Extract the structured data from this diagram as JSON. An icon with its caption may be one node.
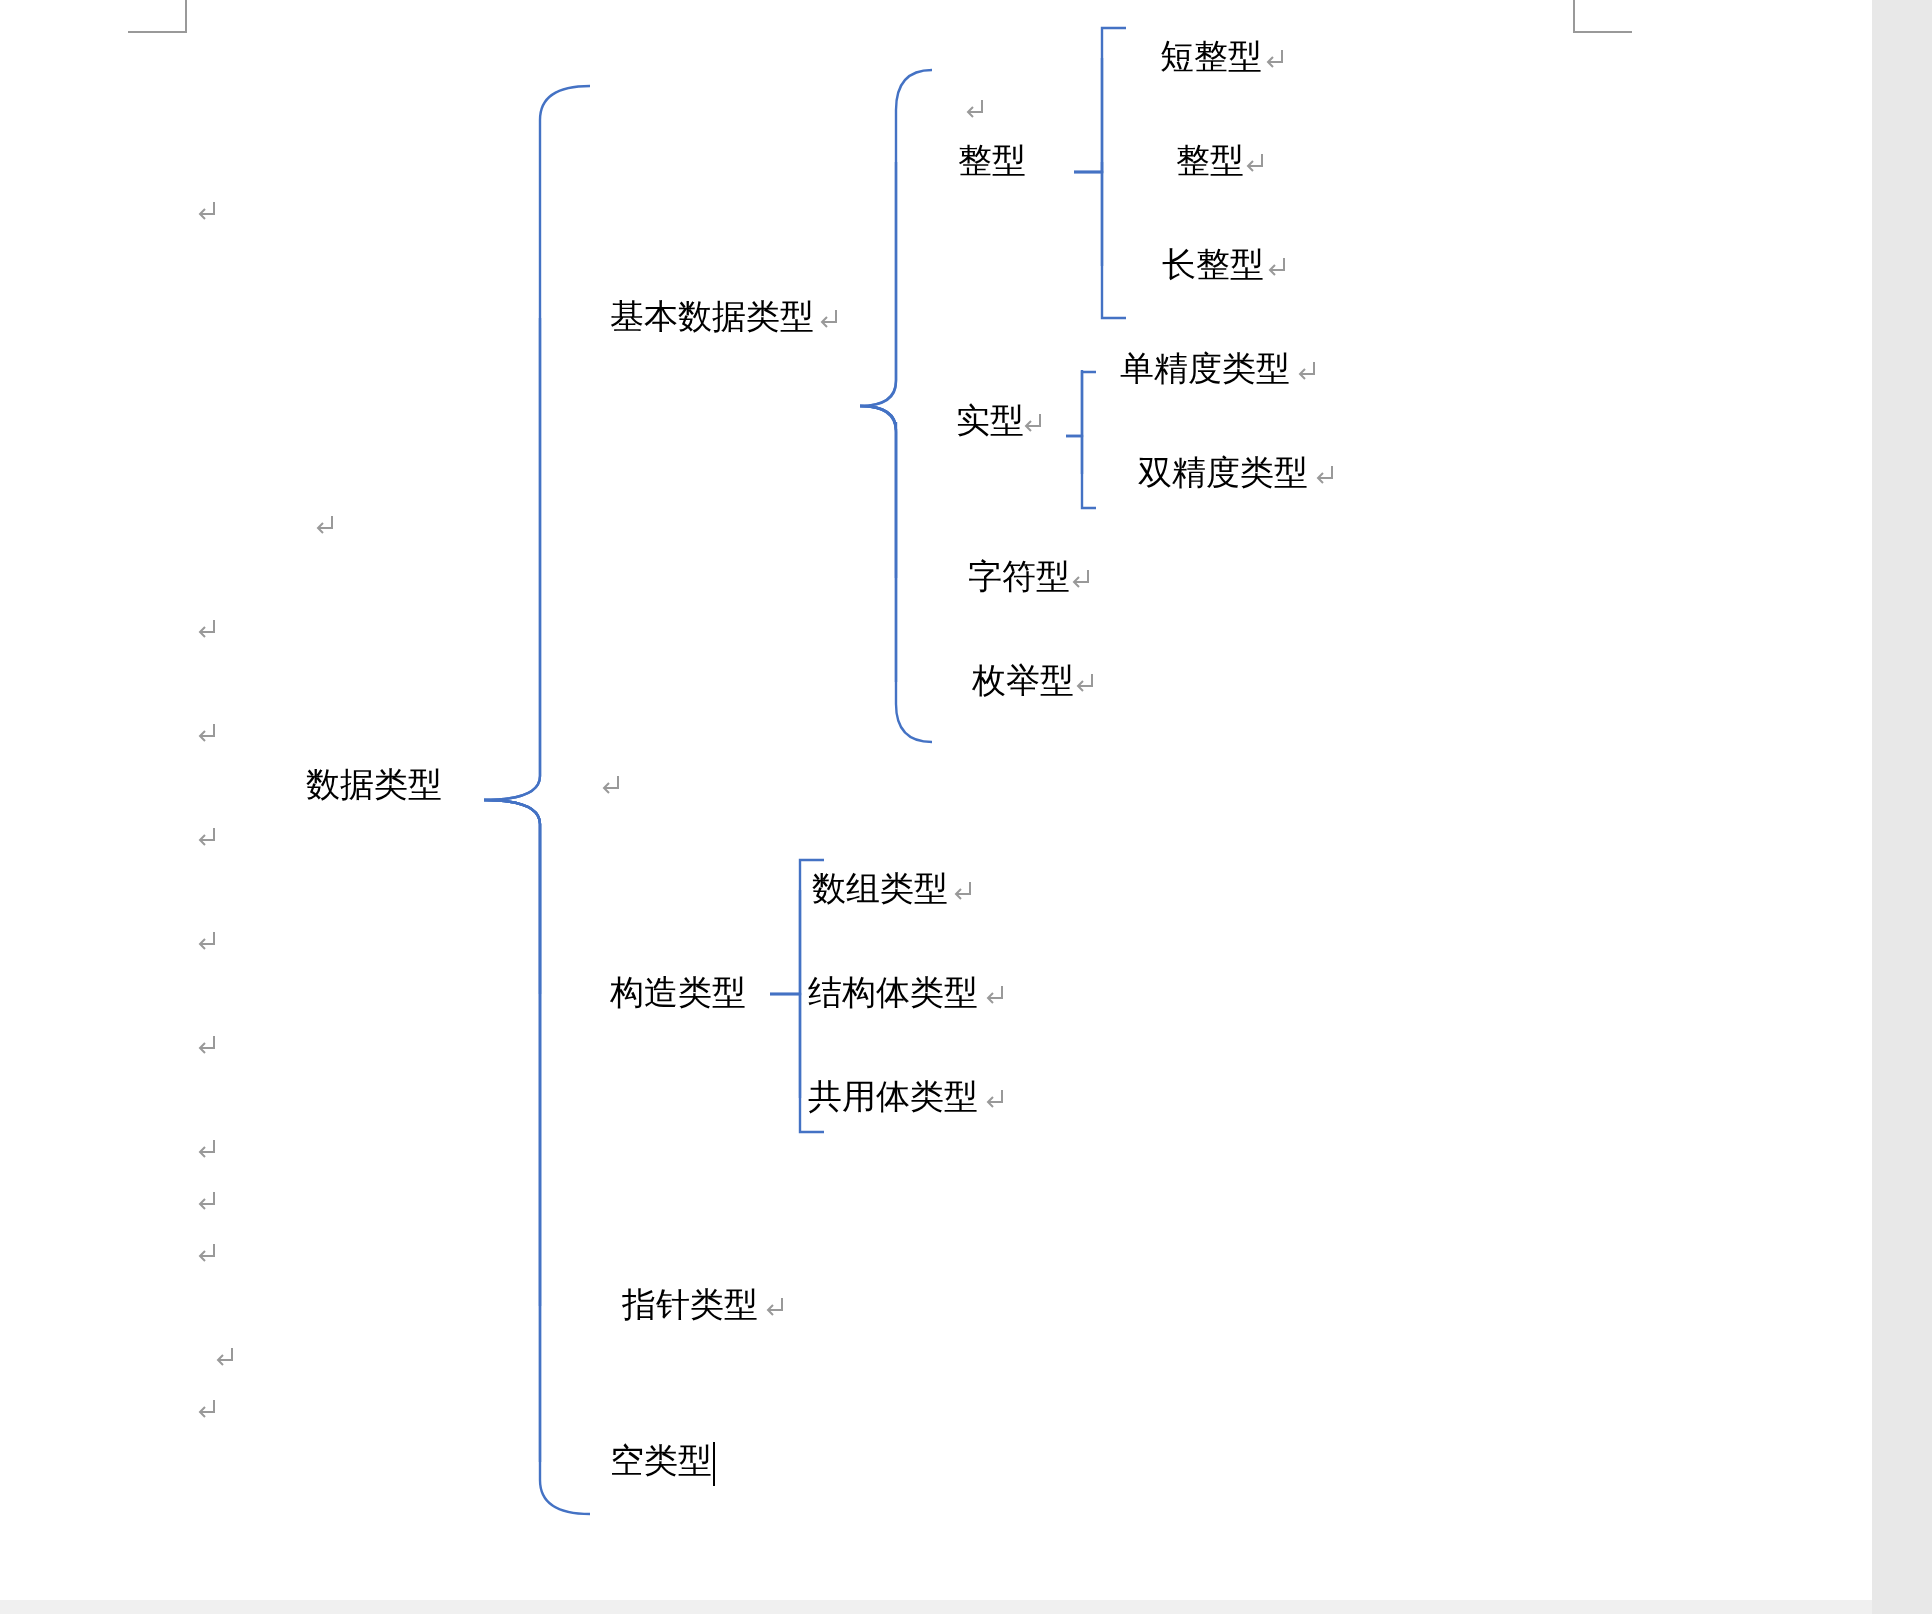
{
  "diagram": {
    "nodes": [
      {
        "text": [
          "数据类型"
        ]
      },
      {
        "text": [
          "基本数据类型"
        ]
      },
      {
        "text": [
          "整型"
        ]
      },
      {
        "text": [
          "短整型"
        ]
      },
      {
        "text": [
          "整型"
        ]
      },
      {
        "text": [
          "长整型"
        ]
      },
      {
        "text": [
          "实型"
        ]
      },
      {
        "text": [
          "单精度类型"
        ]
      },
      {
        "text": [
          "双精度类型"
        ]
      },
      {
        "text": [
          "字符型"
        ]
      },
      {
        "text": [
          "枚举型"
        ]
      },
      {
        "text": [
          "构造类型"
        ]
      },
      {
        "text": [
          "数组类型"
        ]
      },
      {
        "text": [
          "结构体类型"
        ]
      },
      {
        "text": [
          "共用体类型"
        ]
      },
      {
        "text": [
          "指针类型"
        ]
      },
      {
        "text": [
          "空类型"
        ]
      }
    ],
    "edges": [
      {
        "from": 0,
        "to": 1,
        "arrow": "none"
      },
      {
        "from": 0,
        "to": 11,
        "arrow": "none"
      },
      {
        "from": 0,
        "to": 15,
        "arrow": "none"
      },
      {
        "from": 0,
        "to": 16,
        "arrow": "none"
      },
      {
        "from": 1,
        "to": 2,
        "arrow": "none"
      },
      {
        "from": 1,
        "to": 6,
        "arrow": "none"
      },
      {
        "from": 1,
        "to": 9,
        "arrow": "none"
      },
      {
        "from": 1,
        "to": 10,
        "arrow": "none"
      },
      {
        "from": 2,
        "to": 3,
        "arrow": "none"
      },
      {
        "from": 2,
        "to": 4,
        "arrow": "none"
      },
      {
        "from": 2,
        "to": 5,
        "arrow": "none"
      },
      {
        "from": 6,
        "to": 7,
        "arrow": "none"
      },
      {
        "from": 6,
        "to": 8,
        "arrow": "none"
      },
      {
        "from": 11,
        "to": 12,
        "arrow": "none"
      },
      {
        "from": 11,
        "to": 13,
        "arrow": "none"
      },
      {
        "from": 11,
        "to": 14,
        "arrow": "none"
      }
    ]
  }
}
